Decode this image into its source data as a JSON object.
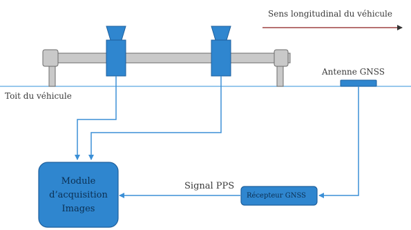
{
  "labels": {
    "direction": "Sens longitudinal du véhicule",
    "roof": "Toit du véhicule",
    "antenna": "Antenne GNSS",
    "signal": "Signal PPS",
    "receiver": "Récepteur GNSS",
    "module": [
      "Module",
      "d’acquisition",
      "Images"
    ]
  },
  "colors": {
    "blue": "#3b8fd6",
    "blue_dark": "#1e5f9c",
    "box_fill": "#2f86cf",
    "bar_fill": "#c9c9c9",
    "bar_stroke": "#6b6b6b",
    "roof_line": "#5aa6e0",
    "direction_arrow": "#8b1a1a"
  }
}
